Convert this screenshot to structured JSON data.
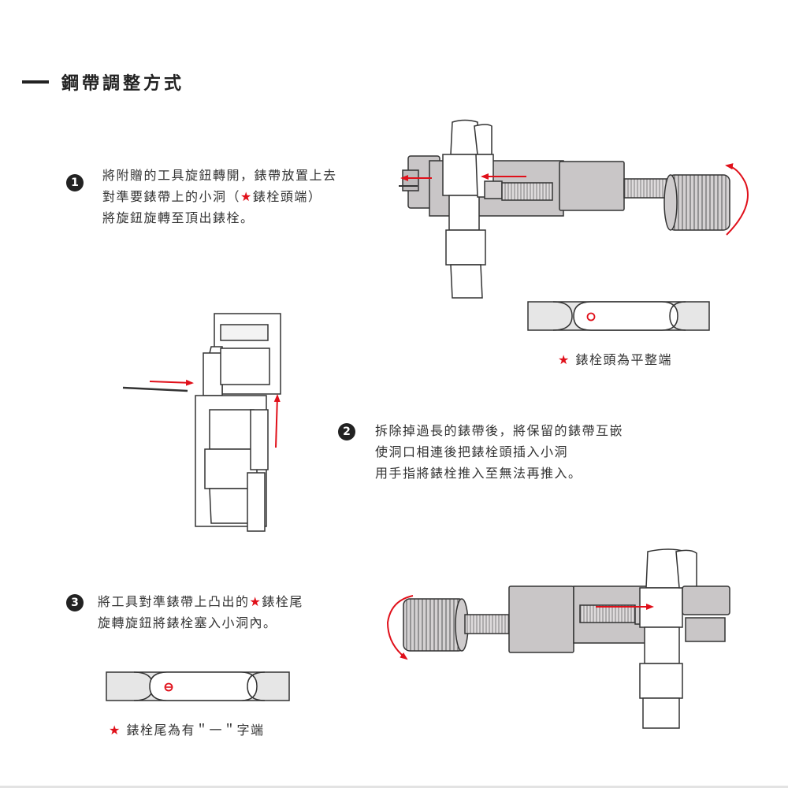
{
  "header": {
    "title": "鋼帶調整方式"
  },
  "steps": [
    {
      "number": "1",
      "lines": [
        "將附贈的工具旋鈕轉開，錶帶放置上去",
        "對準要錶帶上的小洞（",
        "錶栓頭端）",
        "將旋鈕旋轉至頂出錶栓。"
      ]
    },
    {
      "number": "2",
      "lines": [
        "拆除掉過長的錶帶後，將保留的錶帶互嵌",
        "使洞口相連後把錶栓頭插入小洞",
        "用手指將錶栓推入至無法再推入。"
      ]
    },
    {
      "number": "3",
      "lines": [
        "將工具對準錶帶上凸出的",
        "錶栓尾",
        "旋轉旋鈕將錶栓塞入小洞內。"
      ]
    }
  ],
  "notes": {
    "head": "錶栓頭為平整端",
    "tail": "錶栓尾為有＂一＂字端"
  },
  "symbols": {
    "star": "★"
  },
  "colors": {
    "accent": "#e0101a",
    "metal": "#c9c6c7",
    "ink": "#222222"
  }
}
